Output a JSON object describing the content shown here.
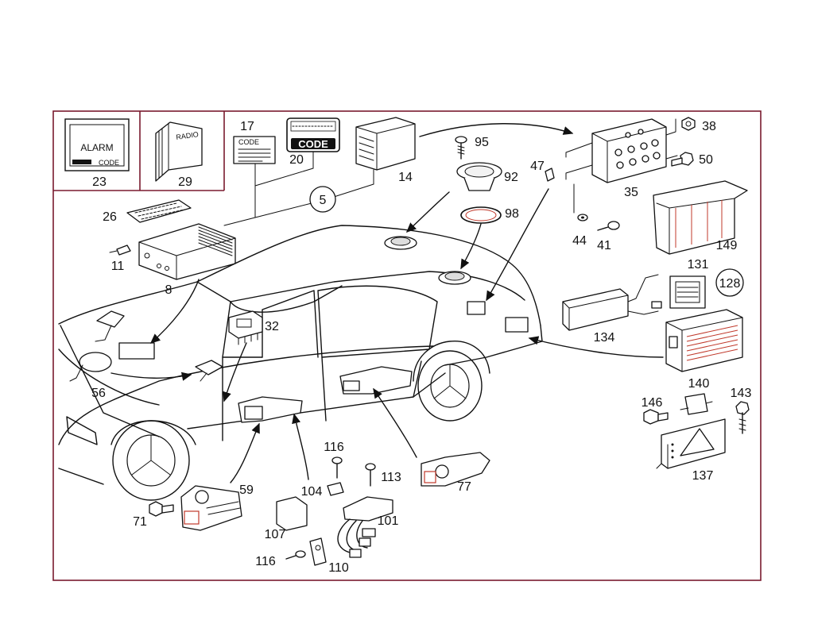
{
  "diagram": {
    "inset_text": {
      "alarm": "ALARM",
      "alarm_code": "CODE",
      "radio": "RADIO",
      "code_card_header": "CODE",
      "code_display": "CODE"
    },
    "callouts": {
      "c5": "5",
      "c8": "8",
      "c11": "11",
      "c14": "14",
      "c17": "17",
      "c20": "20",
      "c23": "23",
      "c26": "26",
      "c29": "29",
      "c32": "32",
      "c35": "35",
      "c38": "38",
      "c41": "41",
      "c44": "44",
      "c47": "47",
      "c50": "50",
      "c56": "56",
      "c59": "59",
      "c71": "71",
      "c77": "77",
      "c92": "92",
      "c95": "95",
      "c98": "98",
      "c101": "101",
      "c104": "104",
      "c107": "107",
      "c110": "110",
      "c113": "113",
      "c116a": "116",
      "c116b": "116",
      "c128": "128",
      "c131": "131",
      "c134": "134",
      "c137": "137",
      "c140": "140",
      "c143": "143",
      "c146": "146",
      "c149": "149"
    }
  }
}
